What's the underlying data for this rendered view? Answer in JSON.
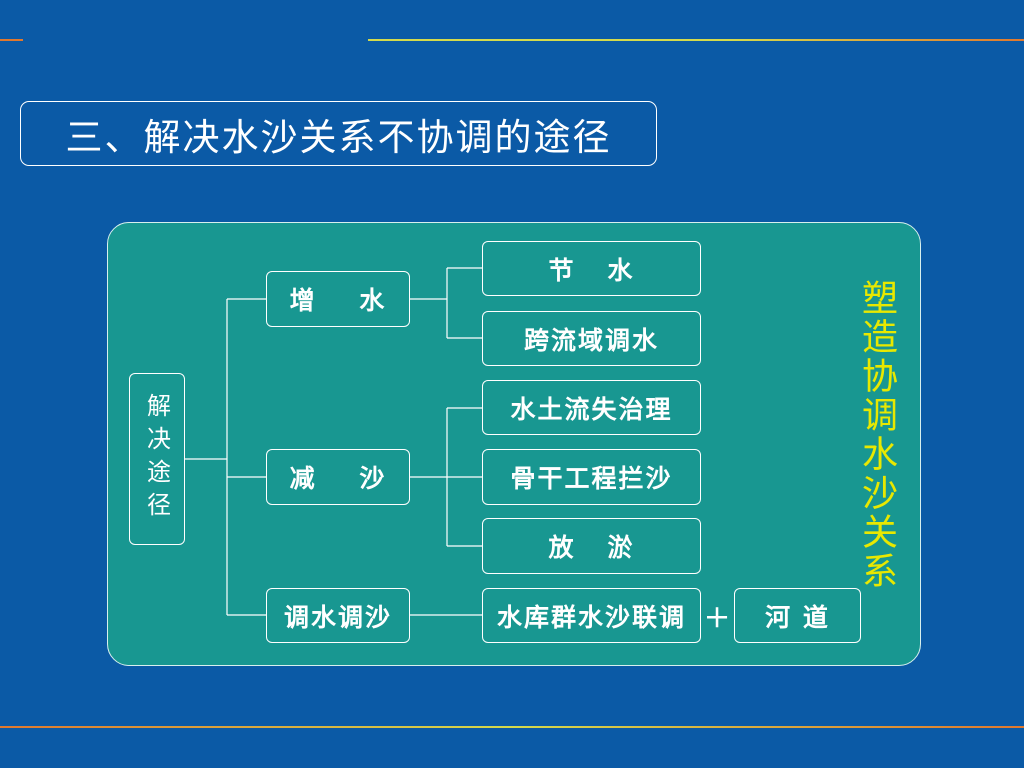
{
  "colors": {
    "background": "#0B5AA6",
    "panel": "#189791",
    "accent": "#E8E800",
    "rule_orange": "#E0782E",
    "rule_yellow": "#D4DA4C"
  },
  "title": "三、解决水沙关系不协调的途径",
  "diagram": {
    "root": "解决途径",
    "branches": [
      {
        "label": "增    水",
        "children": [
          "节   水",
          "跨流域调水"
        ]
      },
      {
        "label": "减    沙",
        "children": [
          "水土流失治理",
          "骨干工程拦沙",
          "放   淤"
        ]
      },
      {
        "label": "调水调沙",
        "children": [
          "水库群水沙联调"
        ]
      }
    ],
    "plus": "+",
    "addon": "河 道",
    "goal": "塑造协调水沙关系"
  }
}
